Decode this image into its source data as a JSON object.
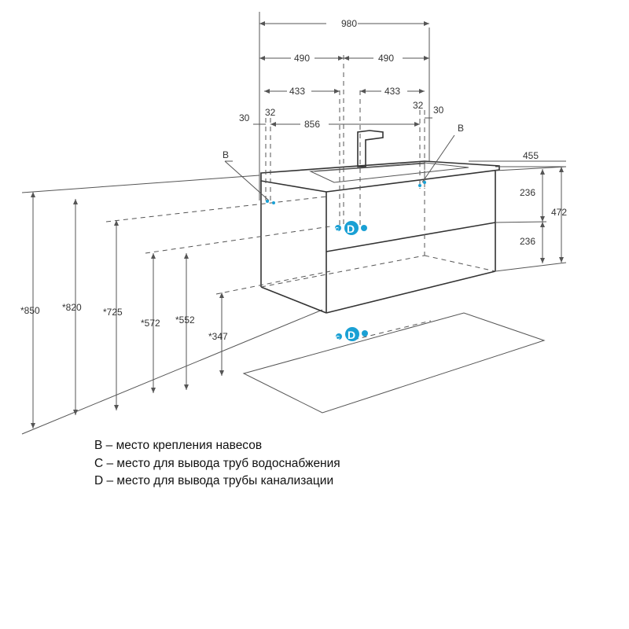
{
  "dimensions": {
    "width_total": "980",
    "half_left": "490",
    "half_right": "490",
    "inner_left": "433",
    "inner_right": "433",
    "offset_30_left": "30",
    "offset_32_left": "32",
    "span_856": "856",
    "offset_32_right": "32",
    "offset_30_right": "30",
    "depth": "455",
    "drawer_top": "236",
    "drawer_bottom": "236",
    "body_height": "472",
    "h850": "*850",
    "h820": "*820",
    "h725": "*725",
    "h572": "*572",
    "h552": "*552",
    "h347": "*347"
  },
  "markers": {
    "b_left": "B",
    "b_right": "B",
    "c_upper": "C",
    "d_upper": "D",
    "c_lower": "C",
    "d_lower": "D"
  },
  "legend": [
    "B – место крепления навесов",
    "C – место для вывода труб водоснабжения",
    "D – место для вывода трубы канализации"
  ],
  "colors": {
    "line": "#555555",
    "accent": "#1aa0d4"
  }
}
